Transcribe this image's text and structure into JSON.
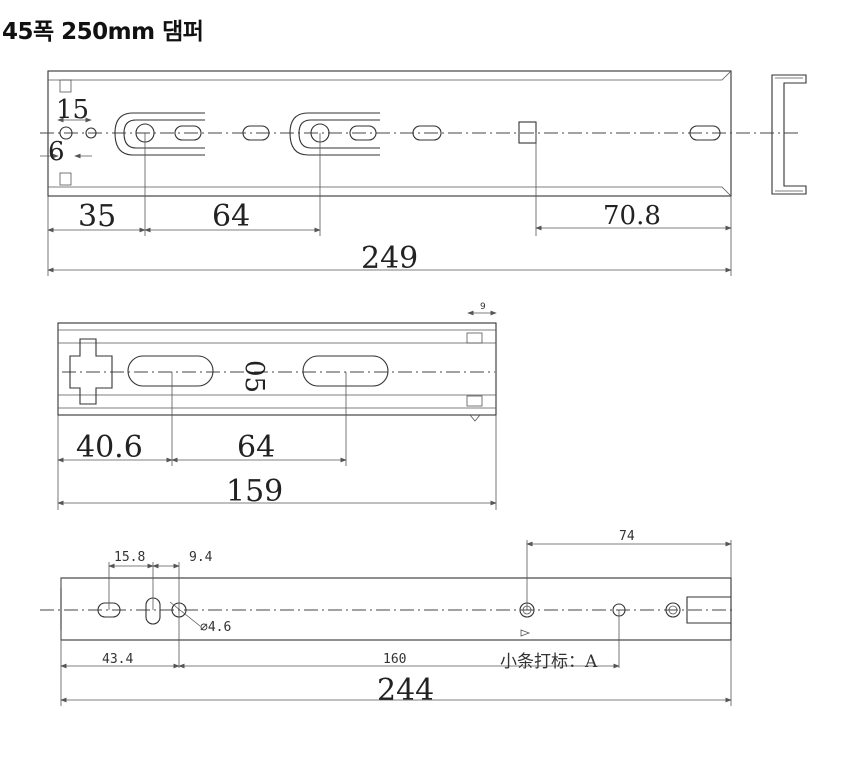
{
  "title": "45폭 250mm 댐퍼",
  "top_view": {
    "dims": {
      "a": "15",
      "b": "6",
      "c": "35",
      "d": "64",
      "e": "70.8",
      "f": "249"
    }
  },
  "middle_view": {
    "dims": {
      "a": "9",
      "b": "40.6",
      "c": "64",
      "d": "159",
      "mark": "05"
    }
  },
  "bottom_view": {
    "dims": {
      "a": "15.8",
      "b": "9.4",
      "c": "74",
      "d": "⌀4.6",
      "e": "43.4",
      "f": "160",
      "g": "244"
    },
    "note": "小条打标：A"
  }
}
